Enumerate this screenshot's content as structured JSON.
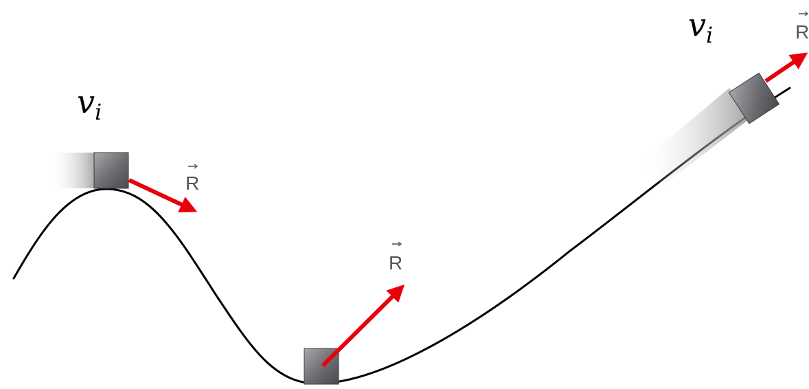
{
  "colors": {
    "track": "#000000",
    "force_arrow": "#e8000b",
    "block_dark": "#5c5c60",
    "block_light": "#a8a8ab",
    "label_text": "#555555"
  },
  "labels": {
    "velocity_symbol": "v",
    "velocity_subscript": "i",
    "force_symbol": "R"
  },
  "blocks": [
    {
      "name": "hilltop",
      "has_velocity_label": true,
      "has_motion_trail": true
    },
    {
      "name": "valley-bottom",
      "has_velocity_label": false,
      "has_motion_trail": false
    },
    {
      "name": "incline-top",
      "has_velocity_label": true,
      "has_motion_trail": true
    }
  ]
}
